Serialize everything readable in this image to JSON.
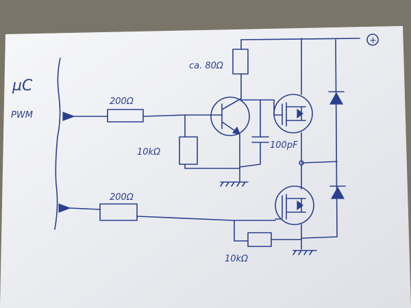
{
  "labels": {
    "mcu": "µC",
    "pwm": "PWM",
    "plus": "+",
    "r_top_series": "200Ω",
    "r_top_pulldown": "10kΩ",
    "r_collector": "ca. 80Ω",
    "capacitor": "100pF",
    "r_bottom_series": "200Ω",
    "r_bottom_pulldown": "10kΩ"
  },
  "colors": {
    "ink": "#2a3f8f",
    "paper": "#f2f3f6",
    "table": "#7a7568"
  }
}
